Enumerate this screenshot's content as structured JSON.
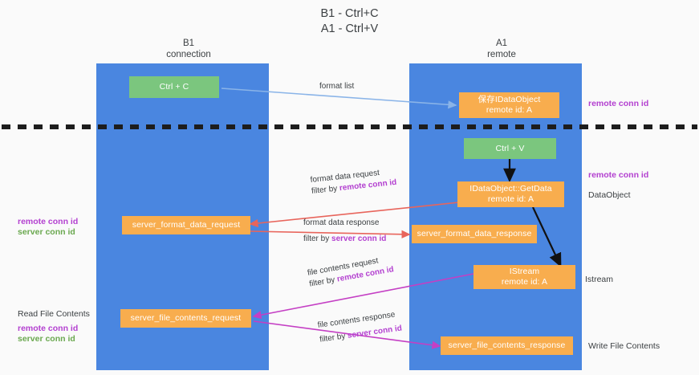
{
  "title": {
    "line1": "B1 - Ctrl+C",
    "line2": "A1 - Ctrl+V"
  },
  "columns": [
    {
      "name": "B1",
      "role": "connection"
    },
    {
      "name": "A1",
      "role": "remote"
    }
  ],
  "nodes": {
    "ctrl_c": {
      "label": "Ctrl + C"
    },
    "save_idataobject": {
      "line1": "保存IDataObject",
      "line2": "remote id: A"
    },
    "ctrl_v": {
      "label": "Ctrl + V"
    },
    "getdata": {
      "line1": "IDataObject::GetData",
      "line2": "remote id: A"
    },
    "server_format_data_request": {
      "label": "server_format_data_request"
    },
    "server_format_data_response": {
      "label": "server_format_data_response"
    },
    "istream": {
      "line1": "IStream",
      "line2": "remote id: A"
    },
    "server_file_contents_request": {
      "label": "server_file_contents_request"
    },
    "server_file_contents_response": {
      "label": "server_file_contents_response"
    }
  },
  "edges": {
    "format_list": {
      "label": "format list"
    },
    "format_data_request": {
      "label": "format data request",
      "filter_prefix": "filter by ",
      "filter_key": "remote conn id"
    },
    "format_data_response": {
      "label": "format data response",
      "filter_prefix": "filter by ",
      "filter_key": "server conn id"
    },
    "file_contents_request": {
      "label": "file contents request",
      "filter_prefix": "filter by ",
      "filter_key": "remote conn id"
    },
    "file_contents_response": {
      "label": "file contents response",
      "filter_prefix": "filter by ",
      "filter_key": "server conn id"
    }
  },
  "annotations": {
    "right_remote_conn_id_top": "remote conn id",
    "right_remote_conn_id_mid": "remote conn id",
    "right_dataobject": "DataObject",
    "right_istream": "Istream",
    "right_write_file_contents": "Write File Contents",
    "left_remote_conn_id_mid": "remote conn id",
    "left_server_conn_id_mid": "server conn id",
    "left_read_file_contents": "Read File Contents",
    "left_remote_conn_id_bottom": "remote conn id",
    "left_server_conn_id_bottom": "server conn id"
  },
  "colors": {
    "lane": "#4a86e0",
    "green_node": "#7bc67e",
    "orange_node": "#f8ad4e",
    "purple_text": "#b340d0",
    "green_text": "#6aa84f",
    "arrow_blue": "#8ab4e8",
    "arrow_red": "#e8655c",
    "arrow_magenta": "#c43fc4",
    "arrow_black": "#000000",
    "background": "#fafafa"
  }
}
